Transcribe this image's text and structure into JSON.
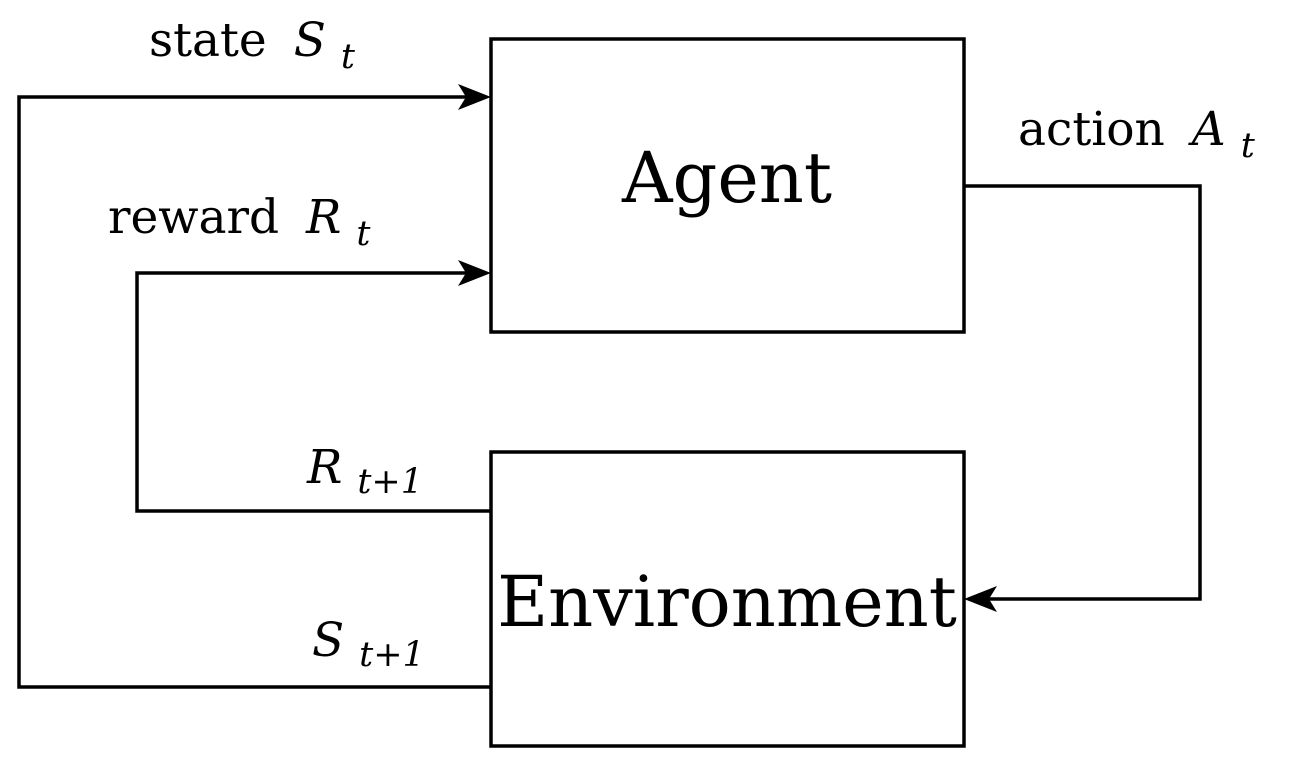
{
  "agent": {
    "title": "Agent"
  },
  "environment": {
    "title": "Environment"
  },
  "labels": {
    "state": {
      "word": "state",
      "symbol": "S",
      "subscript": "t"
    },
    "reward": {
      "word": "reward",
      "symbol": "R",
      "subscript": "t"
    },
    "action": {
      "word": "action",
      "symbol": "A",
      "subscript": "t"
    },
    "next_reward": {
      "symbol": "R",
      "subscript": "t+1"
    },
    "next_state": {
      "symbol": "S",
      "subscript": "t+1"
    }
  },
  "colors": {
    "line": "#000000",
    "background": "#ffffff"
  }
}
